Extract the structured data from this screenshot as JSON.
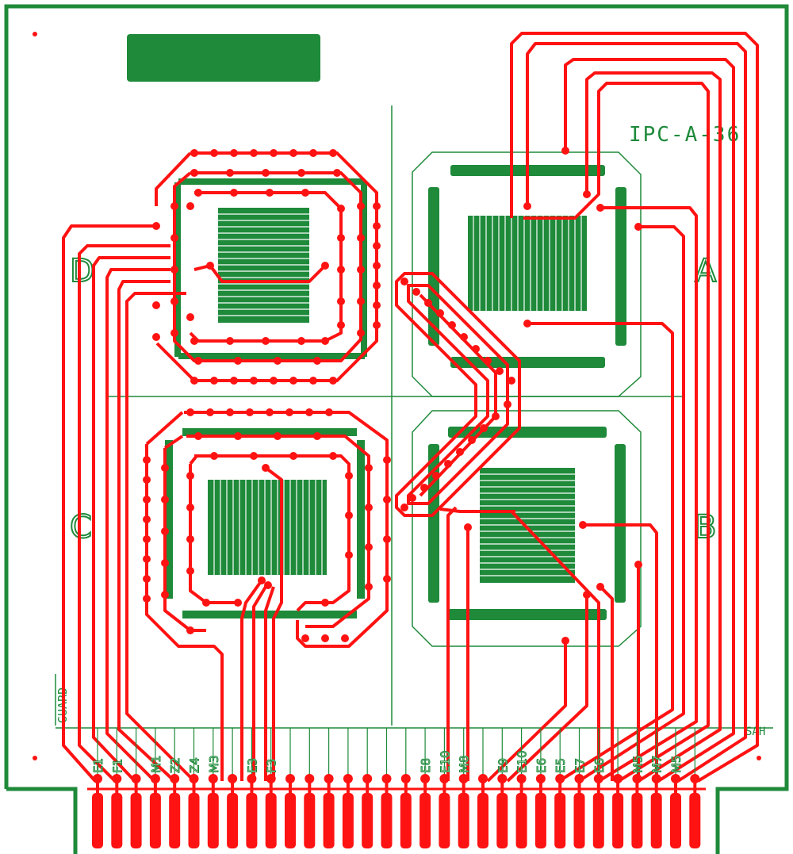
{
  "board": {
    "title": "IPC-A-36",
    "guard_label": "GUARD",
    "corner_code": "SAH",
    "quadrants": [
      "D",
      "A",
      "C",
      "B"
    ],
    "colors": {
      "background": "#ffffff",
      "copper": "#ff1212",
      "silkscreen": "#1e8a3a",
      "pad": "#1e8a3a"
    }
  },
  "edge_connector": {
    "pin_count": 32,
    "labels": [
      {
        "pin": 0,
        "text": "E1"
      },
      {
        "pin": 1,
        "text": "F1"
      },
      {
        "pin": 3,
        "text": "M1"
      },
      {
        "pin": 4,
        "text": "Z2"
      },
      {
        "pin": 5,
        "text": "Z4"
      },
      {
        "pin": 6,
        "text": "M3"
      },
      {
        "pin": 8,
        "text": "E3"
      },
      {
        "pin": 9,
        "text": "F3"
      },
      {
        "pin": 17,
        "text": "E8"
      },
      {
        "pin": 18,
        "text": "E10"
      },
      {
        "pin": 19,
        "text": "M8"
      },
      {
        "pin": 21,
        "text": "E9"
      },
      {
        "pin": 22,
        "text": "E10"
      },
      {
        "pin": 23,
        "text": "E6"
      },
      {
        "pin": 24,
        "text": "E5"
      },
      {
        "pin": 25,
        "text": "E7"
      },
      {
        "pin": 26,
        "text": "E6"
      },
      {
        "pin": 28,
        "text": "M5"
      },
      {
        "pin": 29,
        "text": "M7"
      },
      {
        "pin": 30,
        "text": "M5"
      }
    ]
  }
}
